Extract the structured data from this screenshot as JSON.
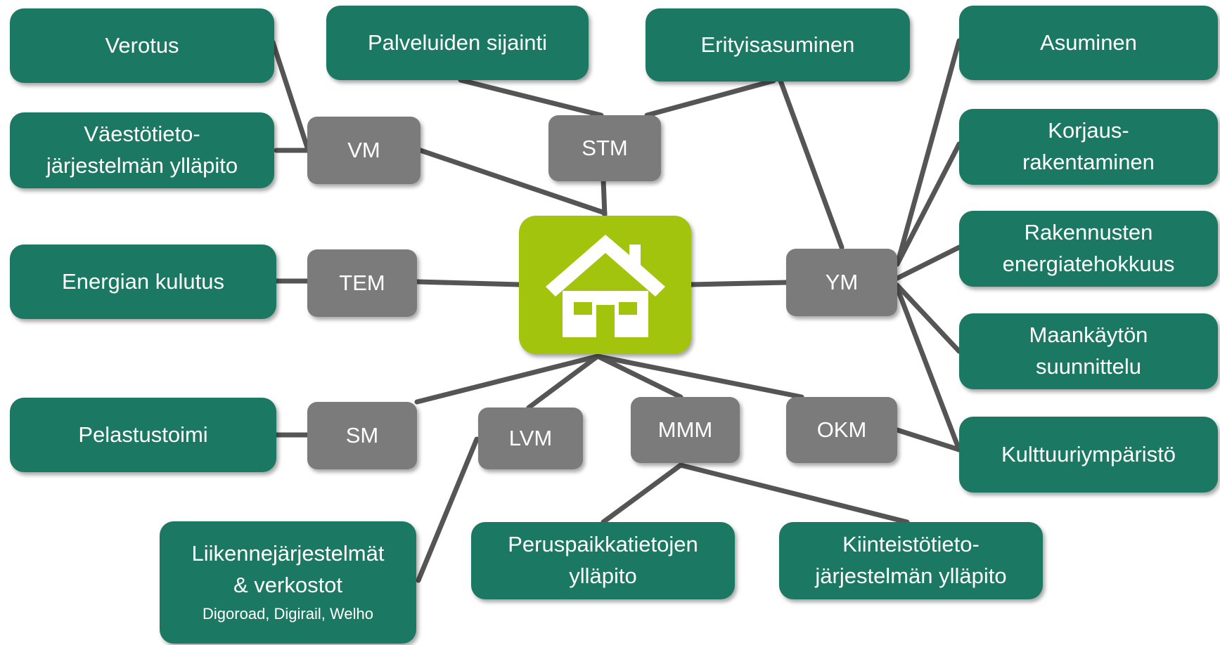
{
  "colors": {
    "topic_box": "#1b7862",
    "ministry_box": "#7b7b7b",
    "hub_box": "#a2c40c",
    "connector": "#555555",
    "text": "#ffffff"
  },
  "hub": {
    "icon": "house-icon"
  },
  "ministries": {
    "vm": "VM",
    "stm": "STM",
    "tem": "TEM",
    "ym": "YM",
    "sm": "SM",
    "lvm": "LVM",
    "mmm": "MMM",
    "okm": "OKM"
  },
  "topics": {
    "verotus": "Verotus",
    "vaestotieto": {
      "line1": "Väestötieto-",
      "line2": "järjestelmän ylläpito"
    },
    "palveluiden_sijainti": "Palveluiden sijainti",
    "erityisasuminen": "Erityisasuminen",
    "asuminen": "Asuminen",
    "korjausrakentaminen": {
      "line1": "Korjaus-",
      "line2": "rakentaminen"
    },
    "energiatehokkuus": {
      "line1": "Rakennusten",
      "line2": "energiatehokkuus"
    },
    "maankaytto": {
      "line1": "Maankäytön",
      "line2": "suunnittelu"
    },
    "kulttuuriymparisto": "Kulttuuriympäristö",
    "energian_kulutus": "Energian kulutus",
    "pelastustoimi": "Pelastustoimi",
    "liikenne": {
      "line1": "Liikennejärjestelmät",
      "line2": "& verkostot",
      "line3": "Digoroad, Digirail, Welho"
    },
    "peruspaikkatiedot": {
      "line1": "Peruspaikkatietojen",
      "line2": "ylläpito"
    },
    "kiinteistotieto": {
      "line1": "Kiinteistötieto-",
      "line2": "järjestelmän ylläpito"
    }
  }
}
